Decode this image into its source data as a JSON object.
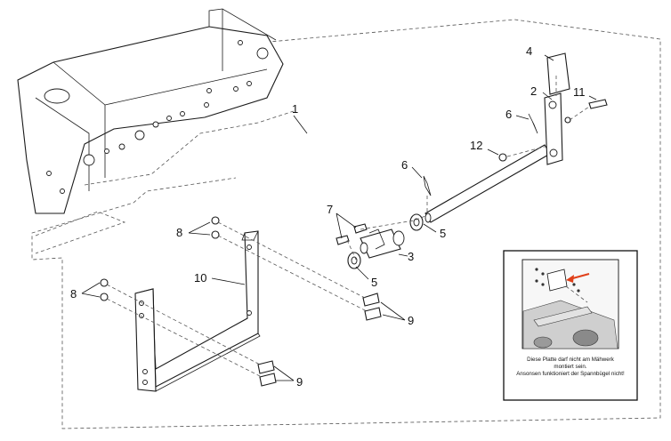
{
  "callouts": {
    "c1": "1",
    "c2": "2",
    "c3": "3",
    "c4": "4",
    "c5a": "5",
    "c5b": "5",
    "c6a": "6",
    "c6b": "6",
    "c7": "7",
    "c8a": "8",
    "c8b": "8",
    "c9a": "9",
    "c9b": "9",
    "c10": "10",
    "c11": "11",
    "c12": "12"
  },
  "inset": {
    "caption_line1": "Diese Platte darf nicht am Mähwerk",
    "caption_line2": "montiert sein.",
    "caption_line3": "Ansonsen funktioniert der Spannbügel nicht!",
    "arrow_color": "#e0401a"
  }
}
